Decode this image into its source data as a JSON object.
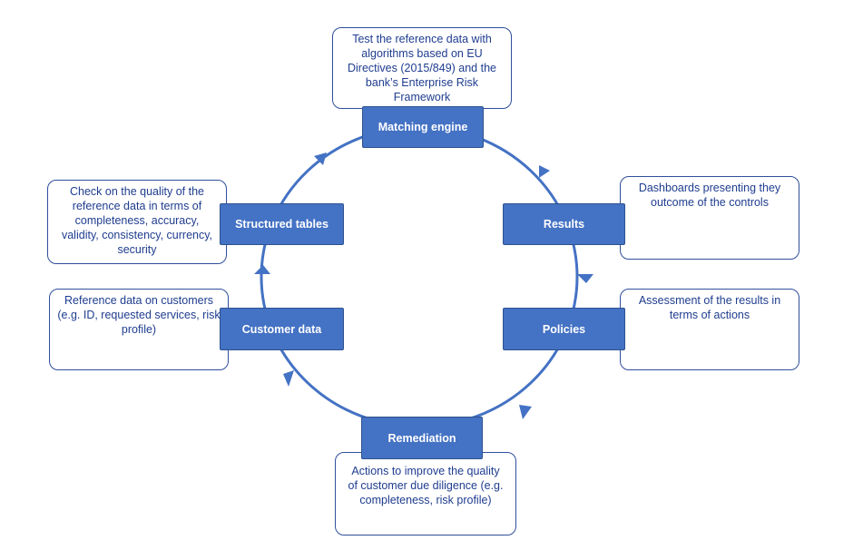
{
  "colors": {
    "step_fill": "#4472c4",
    "step_border": "#2f528f",
    "cycle_line": "#4472c4",
    "note_border": "#2f4f9c",
    "note_text": "#1f3d8f"
  },
  "steps": {
    "matching_engine": "Matching engine",
    "results": "Results",
    "policies": "Policies",
    "remediation": "Remediation",
    "customer_data": "Customer data",
    "structured_tables": "Structured tables"
  },
  "notes": {
    "matching_engine": "Test the reference data with\nalgorithms based on EU\nDirectives (2015/849) and the\nbank’s Enterprise Risk\nFramework",
    "results": "Dashboards presenting they\noutcome of the controls",
    "policies": "Assessment of the results in\nterms of actions",
    "remediation": "Actions to improve the quality\nof customer due diligence (e.g.\ncompleteness, risk profile)",
    "customer_data": "Reference data on customers\n(e.g. ID, requested services, risk\nprofile)",
    "structured_tables": "Check on the quality of the\nreference data in terms of\ncompleteness, accuracy,\nvalidity, consistency, currency,\nsecurity"
  }
}
